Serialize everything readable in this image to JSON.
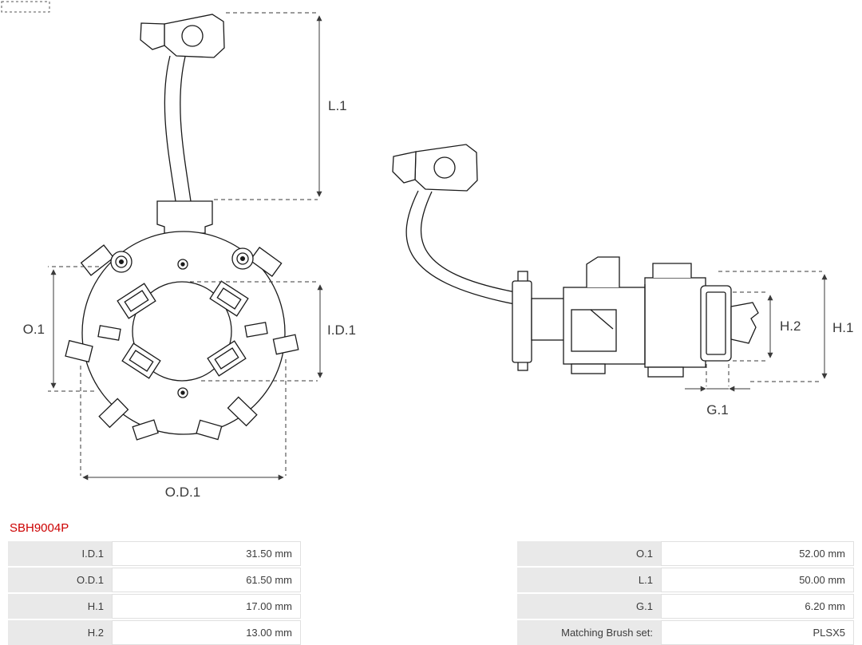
{
  "part_number": "SBH9004P",
  "colors": {
    "part_number": "#cc0000",
    "label_cell_bg": "#e9e9e9",
    "drawing_line": "#1a1a1a",
    "dimension_line": "#3a3a3a"
  },
  "dimension_labels": {
    "l1": "L.1",
    "o1": "O.1",
    "id1": "I.D.1",
    "od1": "O.D.1",
    "h1": "H.1",
    "h2": "H.2",
    "g1": "G.1"
  },
  "spec_table": {
    "rows": [
      {
        "left_label": "I.D.1",
        "left_value": "31.50 mm",
        "right_label": "O.1",
        "right_value": "52.00 mm"
      },
      {
        "left_label": "O.D.1",
        "left_value": "61.50 mm",
        "right_label": "L.1",
        "right_value": "50.00 mm"
      },
      {
        "left_label": "H.1",
        "left_value": "17.00 mm",
        "right_label": "G.1",
        "right_value": "6.20 mm"
      },
      {
        "left_label": "H.2",
        "left_value": "13.00 mm",
        "right_label": "Matching Brush set:",
        "right_value": "PLSX5"
      }
    ]
  }
}
